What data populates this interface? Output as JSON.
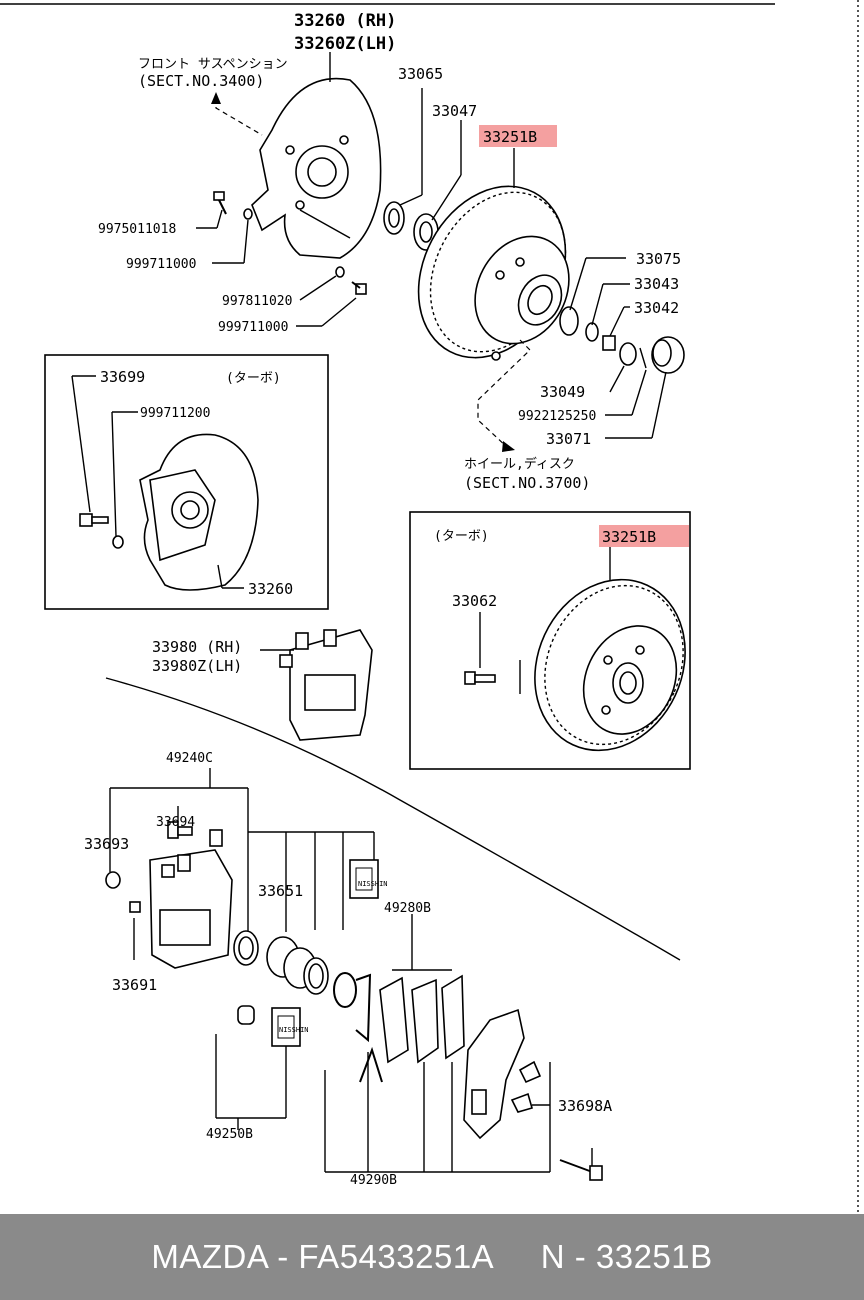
{
  "labels": {
    "p33260_rh": "33260 (RH)",
    "p33260z_lh": "33260Z(LH)",
    "front_suspension_jp": "フロント サスペンション",
    "sect_3400": "(SECT.NO.3400)",
    "p33065": "33065",
    "p33047": "33047",
    "p33251b_top": "33251B",
    "p9975011018": "9975011018",
    "p999711000_a": "999711000",
    "p997811020": "997811020",
    "p999711000_b": "999711000",
    "p33075": "33075",
    "p33043": "33043",
    "p33042": "33042",
    "p33049": "33049",
    "p9922125250": "9922125250",
    "p33071": "33071",
    "wheel_disc_jp": "ホイール,ディスク",
    "sect_3700": "(SECT.NO.3700)",
    "p33699": "33699",
    "turbo_jp_a": "(ターボ)",
    "p999711200": "999711200",
    "p33260_box": "33260",
    "turbo_jp_b": "(ターボ)",
    "p33251b_box": "33251B",
    "p33062": "33062",
    "p33980_rh": "33980 (RH)",
    "p33980z_lh": "33980Z(LH)",
    "p49240c": "49240C",
    "p33694": "33694",
    "p33693": "33693",
    "p33651": "33651",
    "p49280b": "49280B",
    "p33691": "33691",
    "p49250b": "49250B",
    "p33698a": "33698A",
    "p49290b": "49290B"
  },
  "pad_marks": {
    "seal_kit_a": "NISSHIN",
    "seal_kit_b": "NISSHIN"
  },
  "colors": {
    "highlight": "#f4a0a0",
    "footer_bg": "#8a8a8a",
    "footer_text": "#ffffff"
  },
  "footer": {
    "text": "MAZDA - FA5433251A     N - 33251B"
  }
}
